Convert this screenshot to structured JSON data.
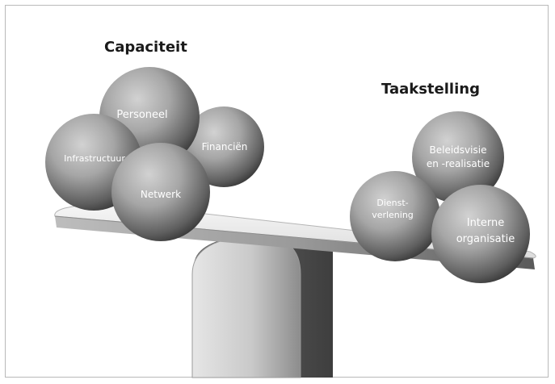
{
  "headings": {
    "left": "Capaciteit",
    "right": "Taakstelling"
  },
  "left_spheres": [
    {
      "name": "personeel",
      "lines": [
        "Personeel"
      ]
    },
    {
      "name": "financien",
      "lines": [
        "Financiën"
      ]
    },
    {
      "name": "infrastructuur",
      "lines": [
        "Infrastructuur"
      ]
    },
    {
      "name": "netwerk",
      "lines": [
        "Netwerk"
      ]
    }
  ],
  "right_spheres": [
    {
      "name": "beleidsvisie",
      "lines": [
        "Beleidsvisie",
        "en -realisatie"
      ]
    },
    {
      "name": "dienstverlening",
      "lines": [
        "Dienst-",
        "verlening"
      ]
    },
    {
      "name": "interne-organisatie",
      "lines": [
        "Interne",
        "organisatie"
      ]
    }
  ],
  "colors": {
    "sphere_light": "#cfcfcf",
    "sphere_dark": "#3c3c3c",
    "beam_light": "#f2f2f2",
    "beam_dark": "#8a8a8a",
    "fulcrum_light": "#e2e2e2",
    "fulcrum_dark": "#5a5a5a"
  }
}
